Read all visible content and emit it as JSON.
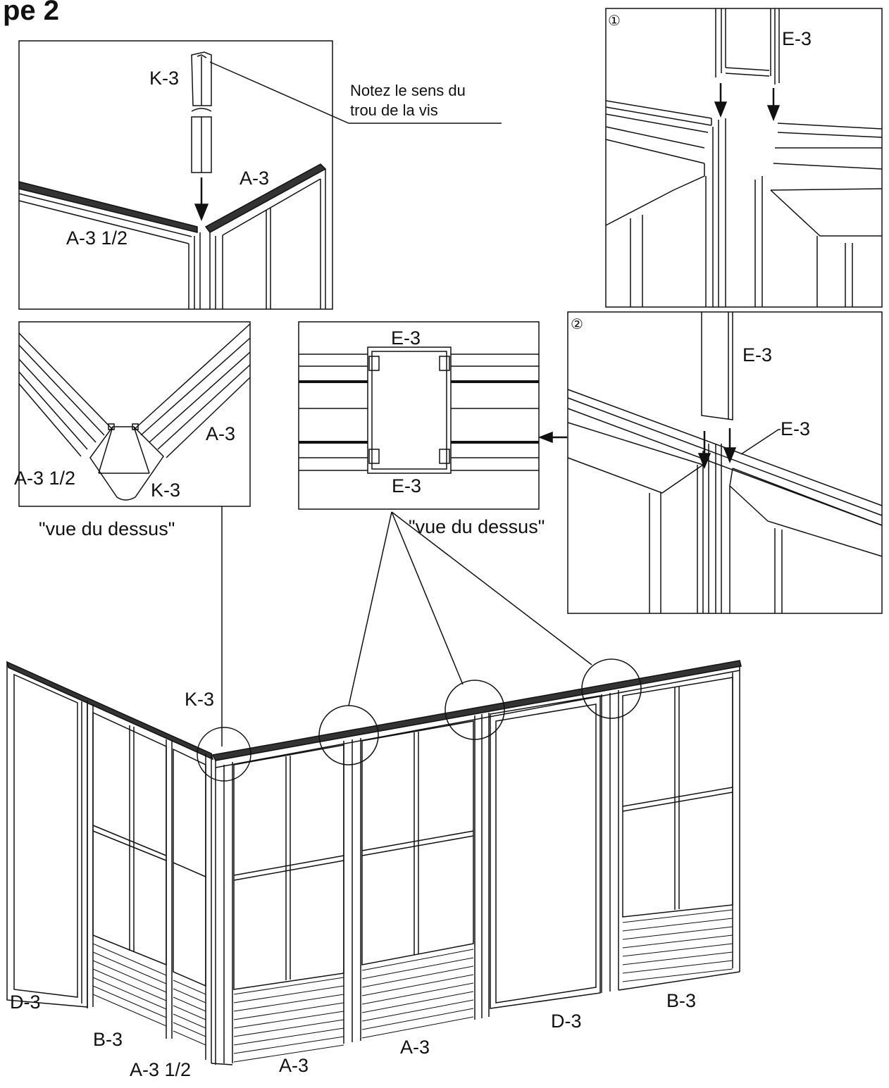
{
  "page": {
    "title": "pe 2",
    "background": "#ffffff",
    "ink": "#111111"
  },
  "panels": {
    "top_left": {
      "k3": "K-3",
      "a3": "A-3",
      "a3_half": "A-3 1/2",
      "note_line1": "Notez le sens du",
      "note_line2": "trou de la vis"
    },
    "mid_left": {
      "a3": "A-3",
      "a3_half": "A-3 1/2",
      "k3": "K-3",
      "caption": "\"vue du dessus\""
    },
    "mid_center": {
      "e3_top": "E-3",
      "e3_bottom": "E-3",
      "caption": "\"vue du dessus\""
    },
    "right_1": {
      "step": "①",
      "e3": "E-3"
    },
    "right_2": {
      "step": "②",
      "e3_top": "E-3",
      "e3_side": "E-3"
    }
  },
  "main": {
    "k3": "K-3",
    "d3_left": "D-3",
    "b3_left": "B-3",
    "a3_half": "A-3 1/2",
    "a3_a": "A-3",
    "a3_b": "A-3",
    "d3_mid": "D-3",
    "b3_right": "B-3"
  }
}
